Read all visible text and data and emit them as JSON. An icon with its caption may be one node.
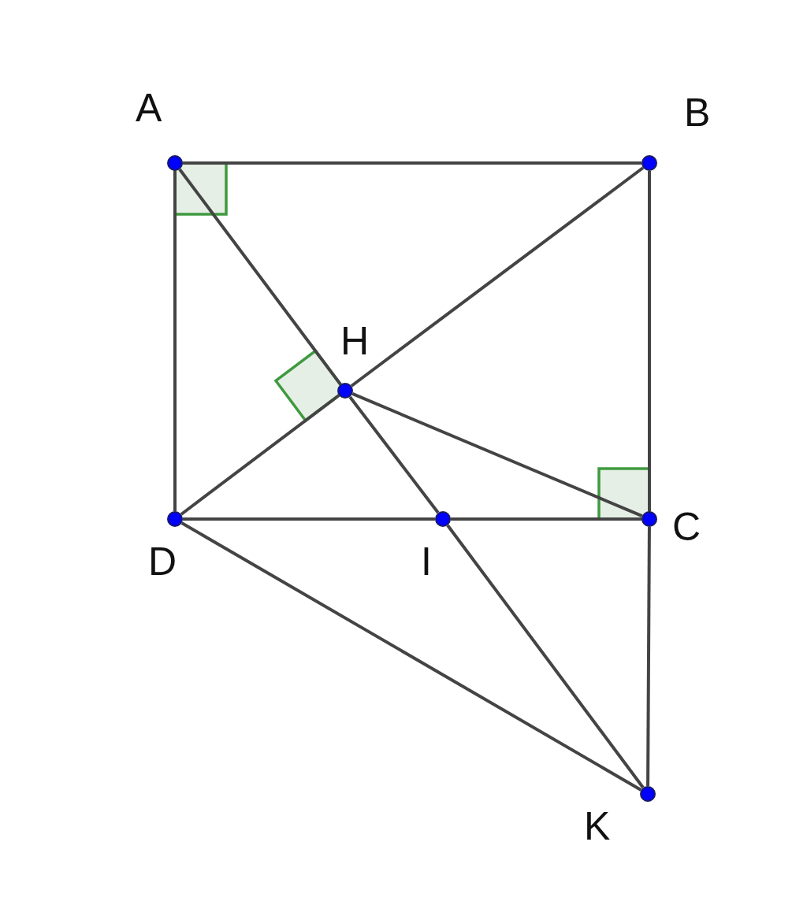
{
  "diagram": {
    "nodes": [
      {
        "text": [],
        "shape": "circle",
        "beside": [
          "A"
        ]
      },
      {
        "text": [],
        "shape": "circle",
        "beside": [
          "B"
        ]
      },
      {
        "text": [],
        "shape": "circle",
        "beside": [
          "C"
        ]
      },
      {
        "text": [],
        "shape": "circle",
        "beside": [
          "D"
        ]
      },
      {
        "text": [],
        "shape": "circle",
        "beside": [
          "H"
        ]
      },
      {
        "text": [],
        "shape": "circle",
        "beside": [
          "I"
        ]
      },
      {
        "text": [],
        "shape": "circle",
        "beside": [
          "K"
        ]
      }
    ],
    "edges": [
      {
        "from": 0,
        "to": 1,
        "arrow": "none"
      },
      {
        "from": 1,
        "to": 2,
        "arrow": "none"
      },
      {
        "from": 0,
        "to": 3,
        "arrow": "none"
      },
      {
        "from": 0,
        "to": 4,
        "arrow": "none"
      },
      {
        "from": 4,
        "to": 5,
        "arrow": "none"
      },
      {
        "from": 5,
        "to": 6,
        "arrow": "none"
      },
      {
        "from": 1,
        "to": 4,
        "arrow": "none"
      },
      {
        "from": 4,
        "to": 3,
        "arrow": "none"
      },
      {
        "from": 4,
        "to": 2,
        "arrow": "none"
      },
      {
        "from": 3,
        "to": 5,
        "arrow": "none"
      },
      {
        "from": 5,
        "to": 2,
        "arrow": "none"
      },
      {
        "from": 2,
        "to": 6,
        "arrow": "none"
      },
      {
        "from": 3,
        "to": 6,
        "arrow": "none"
      }
    ]
  }
}
